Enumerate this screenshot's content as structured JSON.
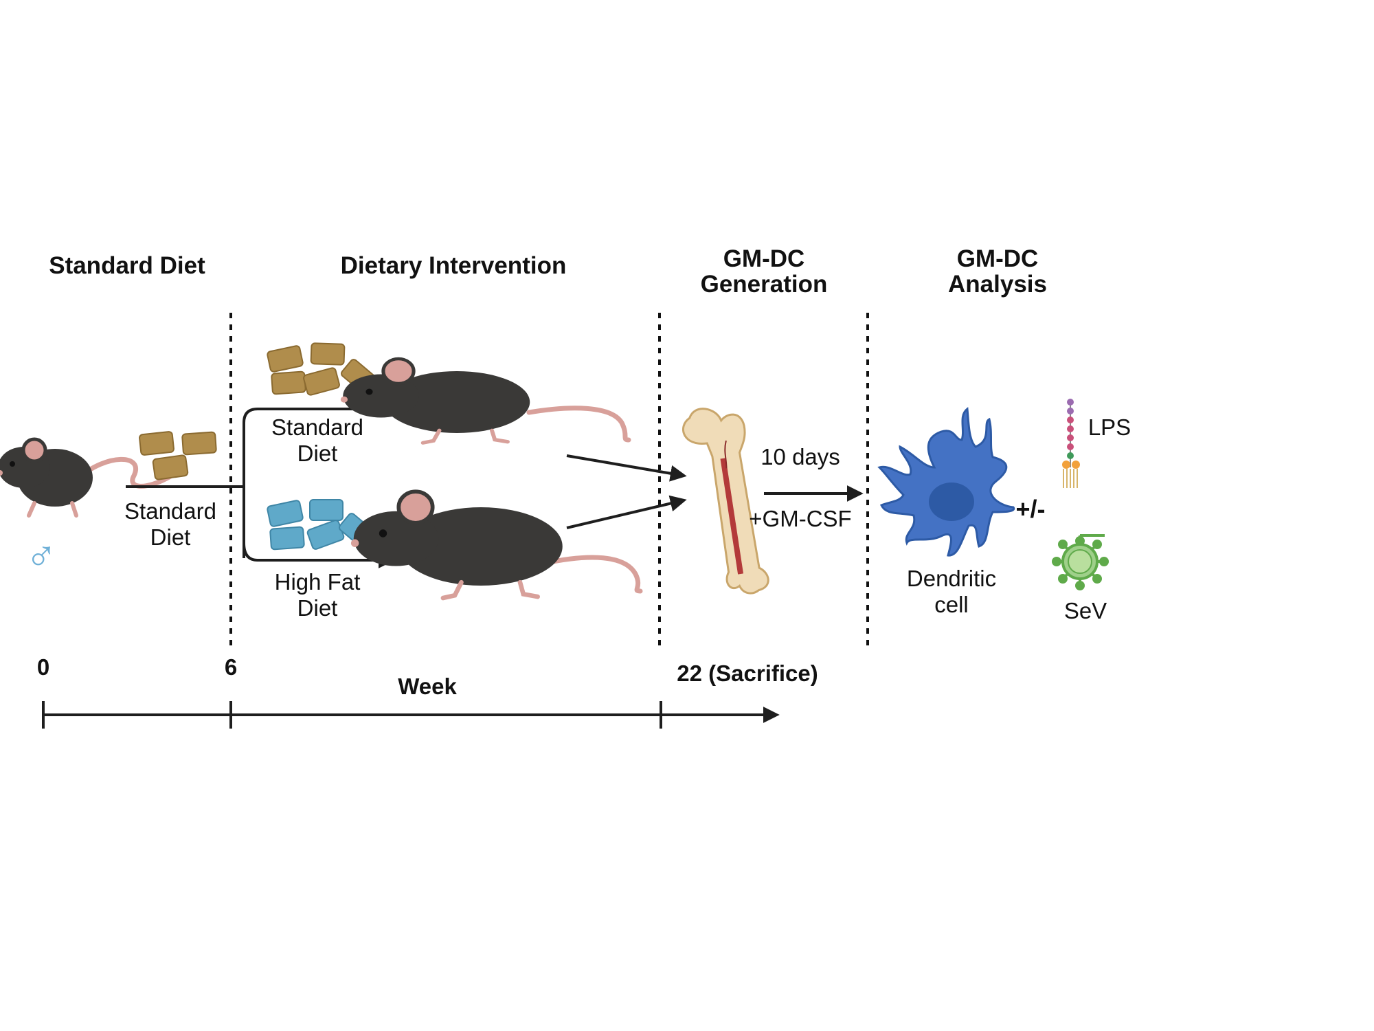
{
  "headers": {
    "standard_diet": "Standard Diet",
    "dietary_intervention": "Dietary Intervention",
    "generation_line1": "GM-DC",
    "generation_line2": "Generation",
    "analysis_line1": "GM-DC",
    "analysis_line2": "Analysis"
  },
  "diet_labels": {
    "start_line1": "Standard",
    "start_line2": "Diet",
    "branch_std_line1": "Standard",
    "branch_std_line2": "Diet",
    "branch_hfd_line1": "High Fat",
    "branch_hfd_line2": "Diet"
  },
  "culture": {
    "duration": "10 days",
    "factor": "+GM-CSF"
  },
  "analysis": {
    "cell_line1": "Dendritic",
    "cell_line2": "cell",
    "plus_minus": "+/-",
    "stimulus_1": "LPS",
    "stimulus_2": "SeV"
  },
  "sex_symbol": "♂",
  "timeline": {
    "tick_0": "0",
    "tick_6": "6",
    "tick_22": "22 (Sacrifice)",
    "unit": "Week"
  },
  "colors": {
    "mouse": "#3a3937",
    "mouse_ear": "#d8a09a",
    "standard_chow": "#b08d4c",
    "high_fat_chow": "#5fa9c9",
    "dendritic_cell": "#4472c4",
    "dendritic_nucleus": "#2d5aa5",
    "virus": "#5faa4a",
    "male_symbol": "#6fb0d7",
    "bone": "#f0dcb8"
  }
}
